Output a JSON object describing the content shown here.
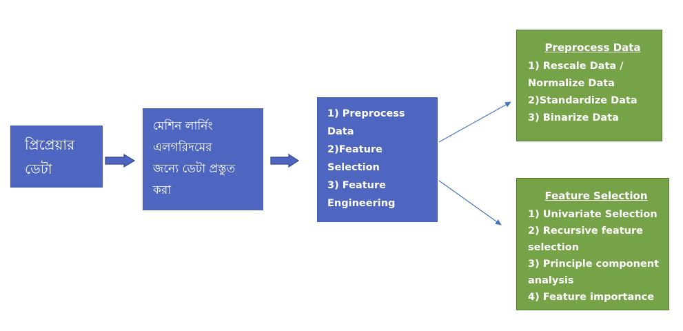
{
  "box1": {
    "lines": [
      "প্রিপ্রেয়ার",
      "ডেটা"
    ]
  },
  "box2": {
    "lines": [
      "মেশিন লার্নিং",
      "এলগরিদমের",
      "জন্যে ডেটা প্রস্তুত",
      "করা"
    ]
  },
  "box3": {
    "lines": [
      "1) Preprocess",
      "Data",
      "2)Feature",
      "Selection",
      "3) Feature",
      "Engineering"
    ]
  },
  "preprocess": {
    "title": "Preprocess Data",
    "lines": [
      "1) Rescale Data /",
      "Normalize Data",
      "2)Standardize Data",
      "3) Binarize Data"
    ]
  },
  "feature_selection": {
    "title": "Feature Selection",
    "lines": [
      "1) Univariate Selection",
      "2) Recursive feature",
      "selection",
      "3) Principle component",
      "analysis",
      "4) Feature importance"
    ]
  },
  "colors": {
    "box_blue": "#4f66c0",
    "box_green": "#76a347",
    "green_border": "#4f7a2b",
    "arrow": "#4472c4",
    "text": "#ffffff"
  }
}
